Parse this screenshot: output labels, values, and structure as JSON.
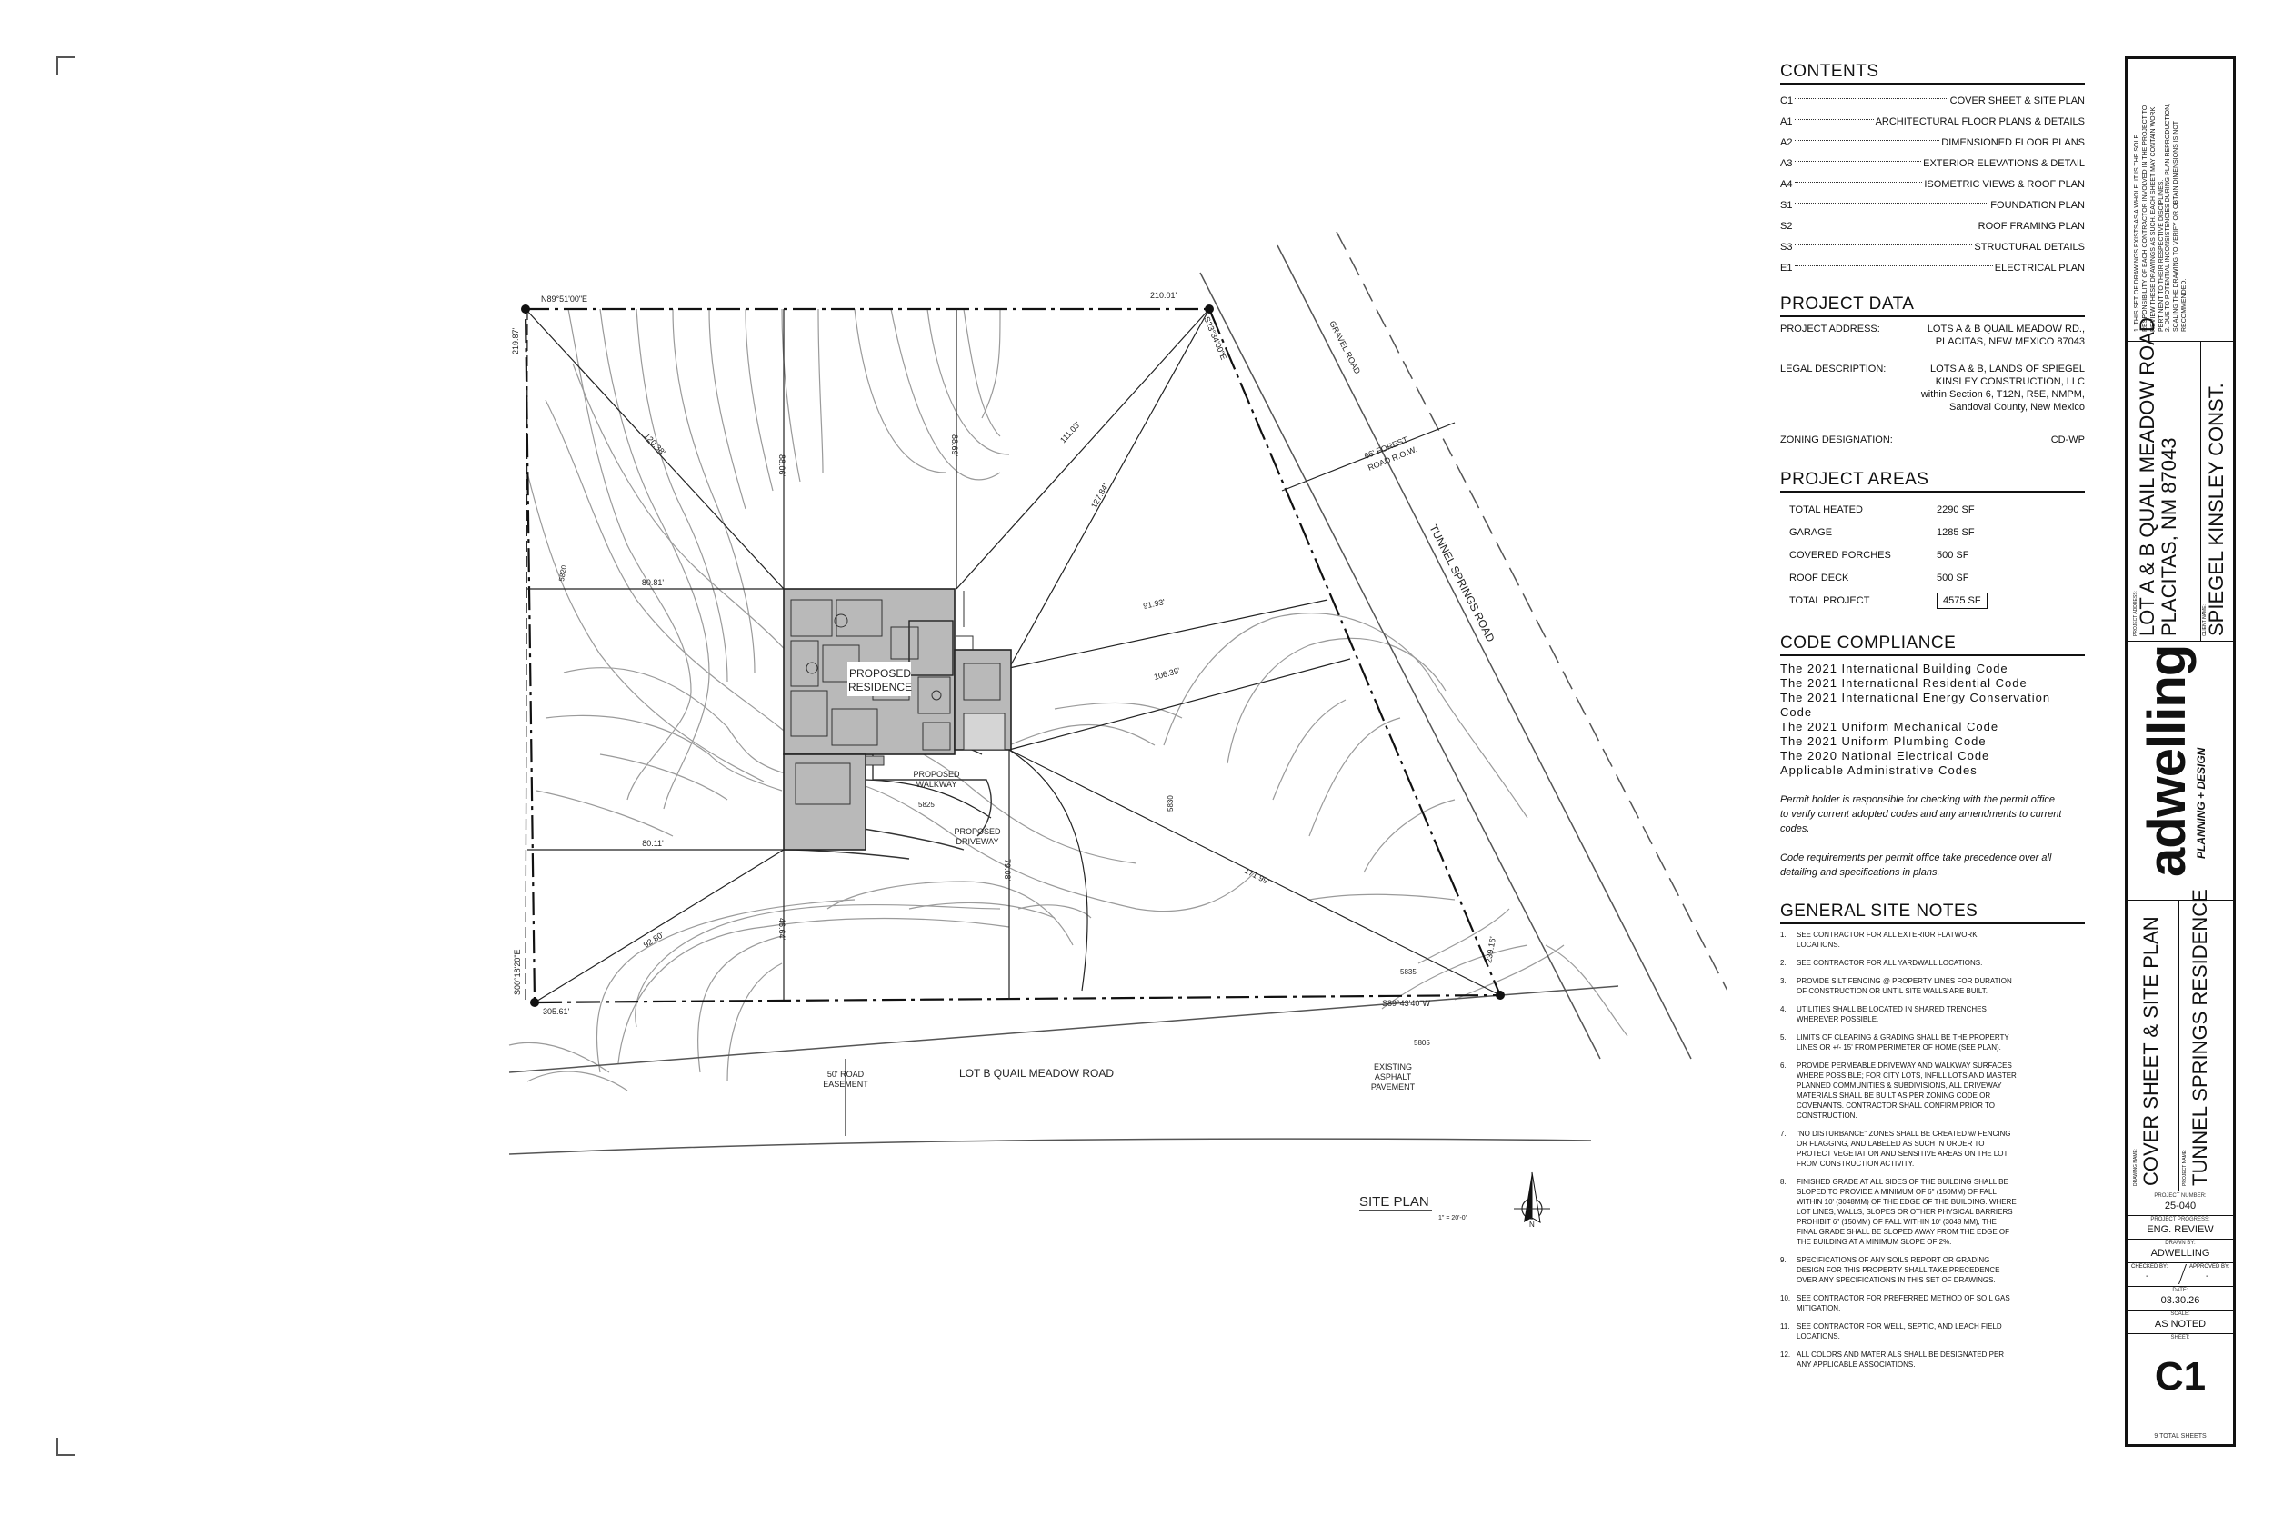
{
  "site_plan": {
    "bearings": {
      "north": "N89°51'00\"E",
      "east": "S23°34'00\"E",
      "south": "S89°43'40\"W",
      "west": "S00°18'20\"E"
    },
    "lot_dims": {
      "north": "210.01'",
      "west_top": "219.87'",
      "southeast_corner": "239.16'",
      "southwest_corner": "305.61'"
    },
    "distances": {
      "nw_diag": "120.38'",
      "top_left_vert": "88.06'",
      "top_mid_vert": "88.69'",
      "top_right_1": "111.03'",
      "top_right_2": "127.84'",
      "left_top_horiz": "80.81'",
      "right_horiz_1": "91.93'",
      "right_horiz_2": "106.39'",
      "left_bottom_horiz": "80.11'",
      "sw_diag": "92.80'",
      "bottom_left_vert": "46.64'",
      "bottom_mid_vert": "79.08'",
      "se_diag": "171.99'"
    },
    "labels": {
      "residence_1": "PROPOSED",
      "residence_2": "RESIDENCE",
      "walkway_1": "PROPOSED",
      "walkway_2": "WALKWAY",
      "driveway_1": "PROPOSED",
      "driveway_2": "DRIVEWAY",
      "gravel_road": "GRAVEL ROAD",
      "forest_row_1": "66' FOREST",
      "forest_row_2": "ROAD R.O.W.",
      "tunnel_road": "TUNNEL SPRINGS ROAD",
      "easement_1": "50' ROAD",
      "easement_2": "EASEMENT",
      "quail_road": "LOT B QUAIL MEADOW ROAD",
      "pavement_1": "EXISTING",
      "pavement_2": "ASPHALT",
      "pavement_3": "PAVEMENT",
      "contour_a": "5820",
      "contour_b": "5825",
      "contour_c": "5830",
      "contour_d": "5835",
      "contour_e": "5805"
    },
    "title": "SITE PLAN",
    "scale": "1\" = 20'-0\"",
    "north_letter": "N"
  },
  "contents": {
    "heading": "CONTENTS",
    "items": [
      {
        "code": "C1",
        "title": "COVER SHEET & SITE PLAN"
      },
      {
        "code": "A1",
        "title": "ARCHITECTURAL FLOOR PLANS & DETAILS"
      },
      {
        "code": "A2",
        "title": "DIMENSIONED FLOOR PLANS"
      },
      {
        "code": "A3",
        "title": "EXTERIOR ELEVATIONS & DETAIL"
      },
      {
        "code": "A4",
        "title": "ISOMETRIC VIEWS & ROOF PLAN"
      },
      {
        "code": "S1",
        "title": "FOUNDATION PLAN"
      },
      {
        "code": "S2",
        "title": "ROOF FRAMING PLAN"
      },
      {
        "code": "S3",
        "title": "STRUCTURAL DETAILS"
      },
      {
        "code": "E1",
        "title": "ELECTRICAL PLAN"
      }
    ]
  },
  "project_data": {
    "heading": "PROJECT DATA",
    "address_label": "PROJECT ADDRESS:",
    "address_1": "LOTS A & B QUAIL MEADOW RD.,",
    "address_2": "PLACITAS, NEW MEXICO 87043",
    "legal_label": "LEGAL DESCRIPTION:",
    "legal_1": "LOTS A & B, LANDS OF SPIEGEL",
    "legal_2": "KINSLEY CONSTRUCTION, LLC",
    "legal_3": "within Section 6, T12N, R5E, NMPM,",
    "legal_4": "Sandoval County, New Mexico",
    "zoning_label": "ZONING DESIGNATION:",
    "zoning": "CD-WP"
  },
  "project_areas": {
    "heading": "PROJECT AREAS",
    "rows": [
      {
        "label": "TOTAL HEATED",
        "value": "2290 SF"
      },
      {
        "label": "GARAGE",
        "value": "1285 SF"
      },
      {
        "label": "COVERED PORCHES",
        "value": "500 SF"
      },
      {
        "label": "ROOF DECK",
        "value": "500 SF"
      }
    ],
    "total_label": "TOTAL PROJECT",
    "total_value": "4575 SF"
  },
  "code_compliance": {
    "heading": "CODE COMPLIANCE",
    "codes": [
      "The 2021 International Building Code",
      "The 2021 International Residential Code",
      "The 2021 International Energy Conservation Code",
      "The 2021 Uniform Mechanical Code",
      "The 2021 Uniform Plumbing Code",
      "The 2020 National Electrical Code",
      "Applicable Administrative Codes"
    ],
    "note_1a": "Permit holder is responsible for checking with the permit office",
    "note_1b": "to verify current adopted codes and any amendments to current codes.",
    "note_2a": "Code requirements per permit office take precedence over all",
    "note_2b": "detailing and specifications in plans."
  },
  "general_notes": {
    "heading": "GENERAL SITE NOTES",
    "notes": [
      "SEE CONTRACTOR FOR ALL EXTERIOR FLATWORK LOCATIONS.",
      "SEE CONTRACTOR FOR ALL YARDWALL LOCATIONS.",
      "PROVIDE SILT FENCING @ PROPERTY LINES FOR DURATION OF CONSTRUCTION OR UNTIL SITE WALLS ARE BUILT.",
      "UTILITIES SHALL BE LOCATED IN SHARED TRENCHES WHEREVER POSSIBLE.",
      "LIMITS OF CLEARING & GRADING SHALL BE THE PROPERTY LINES OR +/- 15' FROM PERIMETER OF HOME (SEE PLAN).",
      "PROVIDE PERMEABLE DRIVEWAY AND WALKWAY SURFACES WHERE POSSIBLE; FOR CITY LOTS, INFILL LOTS AND MASTER PLANNED COMMUNITIES & SUBDIVISIONS, ALL DRIVEWAY MATERIALS SHALL BE BUILT AS PER ZONING CODE OR COVENANTS. CONTRACTOR SHALL CONFIRM PRIOR TO CONSTRUCTION.",
      "\"NO DISTURBANCE\" ZONES SHALL BE CREATED w/ FENCING OR FLAGGING, AND LABELED AS SUCH IN ORDER TO PROTECT VEGETATION AND SENSITIVE AREAS ON THE LOT FROM CONSTRUCTION ACTIVITY.",
      "FINISHED GRADE AT ALL SIDES OF THE BUILDING SHALL BE SLOPED TO PROVIDE A MINIMUM OF 6\" (150MM) OF FALL WITHIN 10' (3048MM) OF THE EDGE OF THE BUILDING. WHERE LOT LINES, WALLS, SLOPES OR OTHER PHYSICAL BARRIERS PROHIBIT 6\" (150MM) OF FALL WITHIN 10' (3048 MM), THE FINAL GRADE SHALL BE SLOPED AWAY FROM THE EDGE OF THE BUILDING AT A MINIMUM SLOPE OF 2%.",
      "SPECIFICATIONS OF ANY SOILS REPORT OR GRADING DESIGN FOR THIS PROPERTY SHALL TAKE PRECEDENCE OVER ANY SPECIFICATIONS IN THIS SET OF DRAWINGS.",
      "SEE CONTRACTOR FOR PREFERRED METHOD OF SOIL GAS MITIGATION.",
      "SEE CONTRACTOR FOR WELL, SEPTIC, AND LEACH FIELD LOCATIONS.",
      "ALL COLORS AND MATERIALS SHALL BE DESIGNATED PER ANY APPLICABLE ASSOCIATIONS."
    ]
  },
  "title_block": {
    "disclaimer_1": "1. THIS SET OF DRAWINGS EXISTS AS A WHOLE. IT IS THE SOLE RESPONSIBILITY OF EACH CONTRACTOR INVOLVED IN THE PROJECT TO REVIEW THESE DRAWINGS AS SUCH. EACH SHEET MAY CONTAIN WORK PERTINENT TO THEIR RESPECTIVE DISCIPLINES.",
    "disclaimer_2": "2. DUE TO POTENTIAL INCONSISTENCIES DURING PLAN REPRODUCTION, SCALING THE DRAWING TO VERIFY OR OBTAIN DIMENSIONS IS NOT RECOMMENDED.",
    "address_caption": "PROJECT ADDRESS:",
    "address_line_1": "LOT A & B QUAIL MEADOW ROAD",
    "address_line_2": "PLACITAS, NM 87043",
    "client_caption": "CLIENT NAME:",
    "client": "SPIEGEL KINSLEY CONST.",
    "logo_main": "adwelling",
    "logo_sub": "PLANNING + DESIGN",
    "drawing_caption": "DRAWING NAME:",
    "drawing_name": "COVER SHEET & SITE PLAN",
    "project_caption": "PROJECT NAME:",
    "project_name": "TUNNEL SPRINGS RESIDENCE",
    "project_number_caption": "PROJECT NUMBER:",
    "project_number": "25-040",
    "progress_caption": "PROJECT PROGRESS:",
    "progress": "ENG. REVIEW",
    "drawn_caption": "DRAWN BY:",
    "drawn_by": "ADWELLING",
    "checked_caption": "CHECKED BY:",
    "checked_by": "-",
    "approved_caption": "APPROVED BY:",
    "approved_by": "-",
    "date_caption": "DATE:",
    "date": "03.30.26",
    "scale_caption": "SCALE:",
    "scale": "AS NOTED",
    "sheet_caption": "SHEET:",
    "sheet": "C1",
    "total_sheets_1": "9",
    "total_sheets_2": "TOTAL SHEETS"
  },
  "colors": {
    "building": "#b9b9b9",
    "contour": "#9a9a9a",
    "line": "#222222"
  }
}
